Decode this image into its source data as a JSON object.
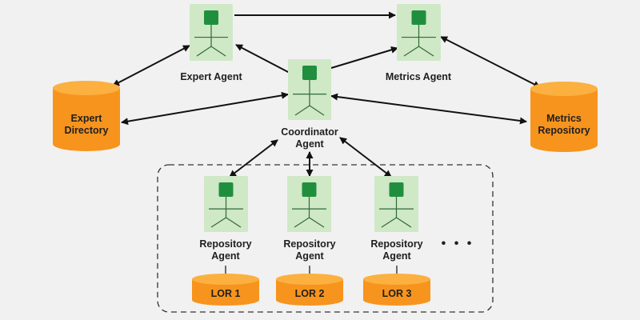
{
  "agents": {
    "expert": {
      "label": [
        "Expert Agent"
      ]
    },
    "metrics": {
      "label": [
        "Metrics Agent"
      ]
    },
    "coordinator": {
      "label": [
        "Coordinator",
        "Agent"
      ]
    },
    "repository_1": {
      "label": [
        "Repository",
        "Agent"
      ]
    },
    "repository_2": {
      "label": [
        "Repository",
        "Agent"
      ]
    },
    "repository_3": {
      "label": [
        "Repository",
        "Agent"
      ]
    }
  },
  "databases": {
    "expert_directory": {
      "label": [
        "Expert",
        "Directory"
      ]
    },
    "metrics_repository": {
      "label": [
        "Metrics",
        "Repository"
      ]
    },
    "lor_1": {
      "label": "LOR 1"
    },
    "lor_2": {
      "label": "LOR 2"
    },
    "lor_3": {
      "label": "LOR 3"
    }
  },
  "more_indicator": "• • •",
  "colors": {
    "background": "#f1f1f1",
    "agent_fill": "#cfe8c6",
    "agent_head": "#1f8f3e",
    "agent_lines": "#2f6b35",
    "db_fill": "#f7941d",
    "db_top": "#fbb040",
    "arrow": "#111111"
  },
  "icons": {
    "agent": "agent-figure-icon",
    "database": "database-cylinder-icon"
  }
}
